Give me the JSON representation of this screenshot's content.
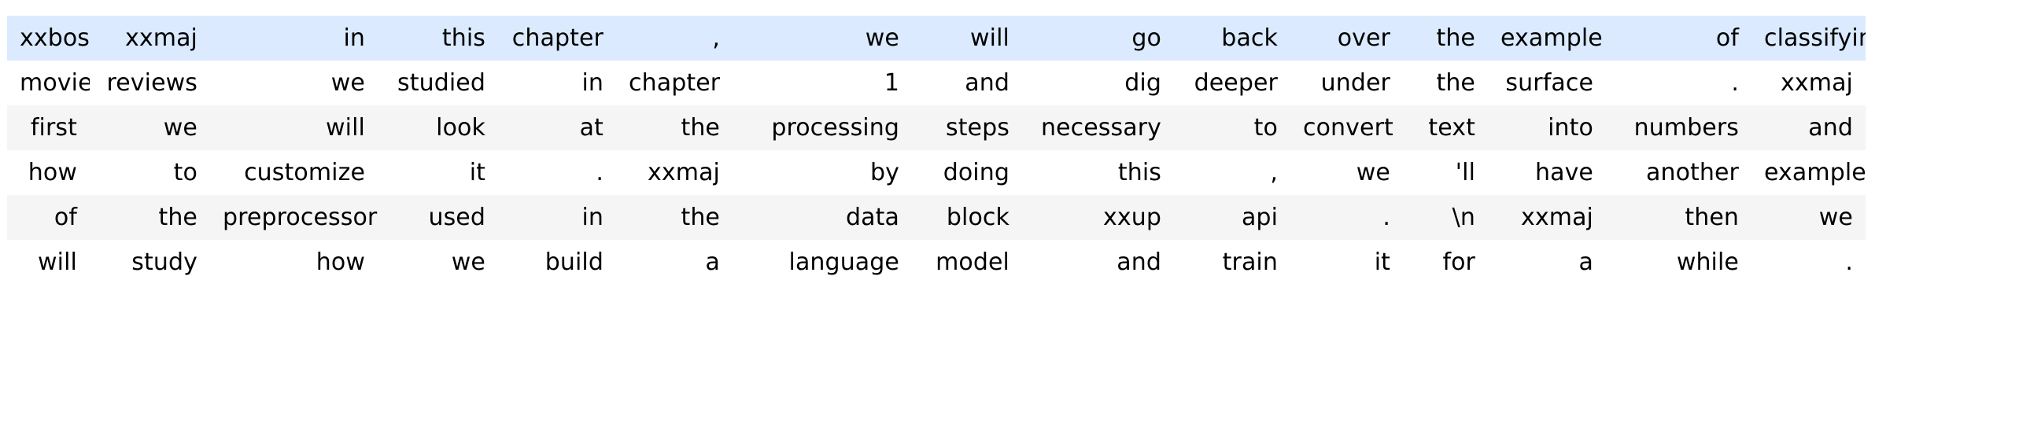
{
  "view": {
    "kind": "dataframe-token-table",
    "row_count": 6,
    "column_count": 16,
    "highlight_color": "#dbeafe",
    "stripe_color": "#f5f5f5",
    "base_color": "#ffffff",
    "text_color": "#000000"
  },
  "table": {
    "rows": [
      {
        "style": "highlight",
        "cells": [
          "xxbos",
          "xxmaj",
          "in",
          "this",
          "chapter",
          ",",
          "we",
          "will",
          "go",
          "back",
          "over",
          "the",
          "example",
          "of",
          "classifying"
        ]
      },
      {
        "style": "plain",
        "cells": [
          "movie",
          "reviews",
          "we",
          "studied",
          "in",
          "chapter",
          "1",
          "and",
          "dig",
          "deeper",
          "under",
          "the",
          "surface",
          ".",
          "xxmaj"
        ]
      },
      {
        "style": "stripe",
        "cells": [
          "first",
          "we",
          "will",
          "look",
          "at",
          "the",
          "processing",
          "steps",
          "necessary",
          "to",
          "convert",
          "text",
          "into",
          "numbers",
          "and"
        ]
      },
      {
        "style": "plain",
        "cells": [
          "how",
          "to",
          "customize",
          "it",
          ".",
          "xxmaj",
          "by",
          "doing",
          "this",
          ",",
          "we",
          "'ll",
          "have",
          "another",
          "example"
        ]
      },
      {
        "style": "stripe",
        "cells": [
          "of",
          "the",
          "preprocessor",
          "used",
          "in",
          "the",
          "data",
          "block",
          "xxup",
          "api",
          ".",
          "\\n",
          "xxmaj",
          "then",
          "we"
        ]
      },
      {
        "style": "plain",
        "cells": [
          "will",
          "study",
          "how",
          "we",
          "build",
          "a",
          "language",
          "model",
          "and",
          "train",
          "it",
          "for",
          "a",
          "while",
          "."
        ]
      }
    ]
  }
}
